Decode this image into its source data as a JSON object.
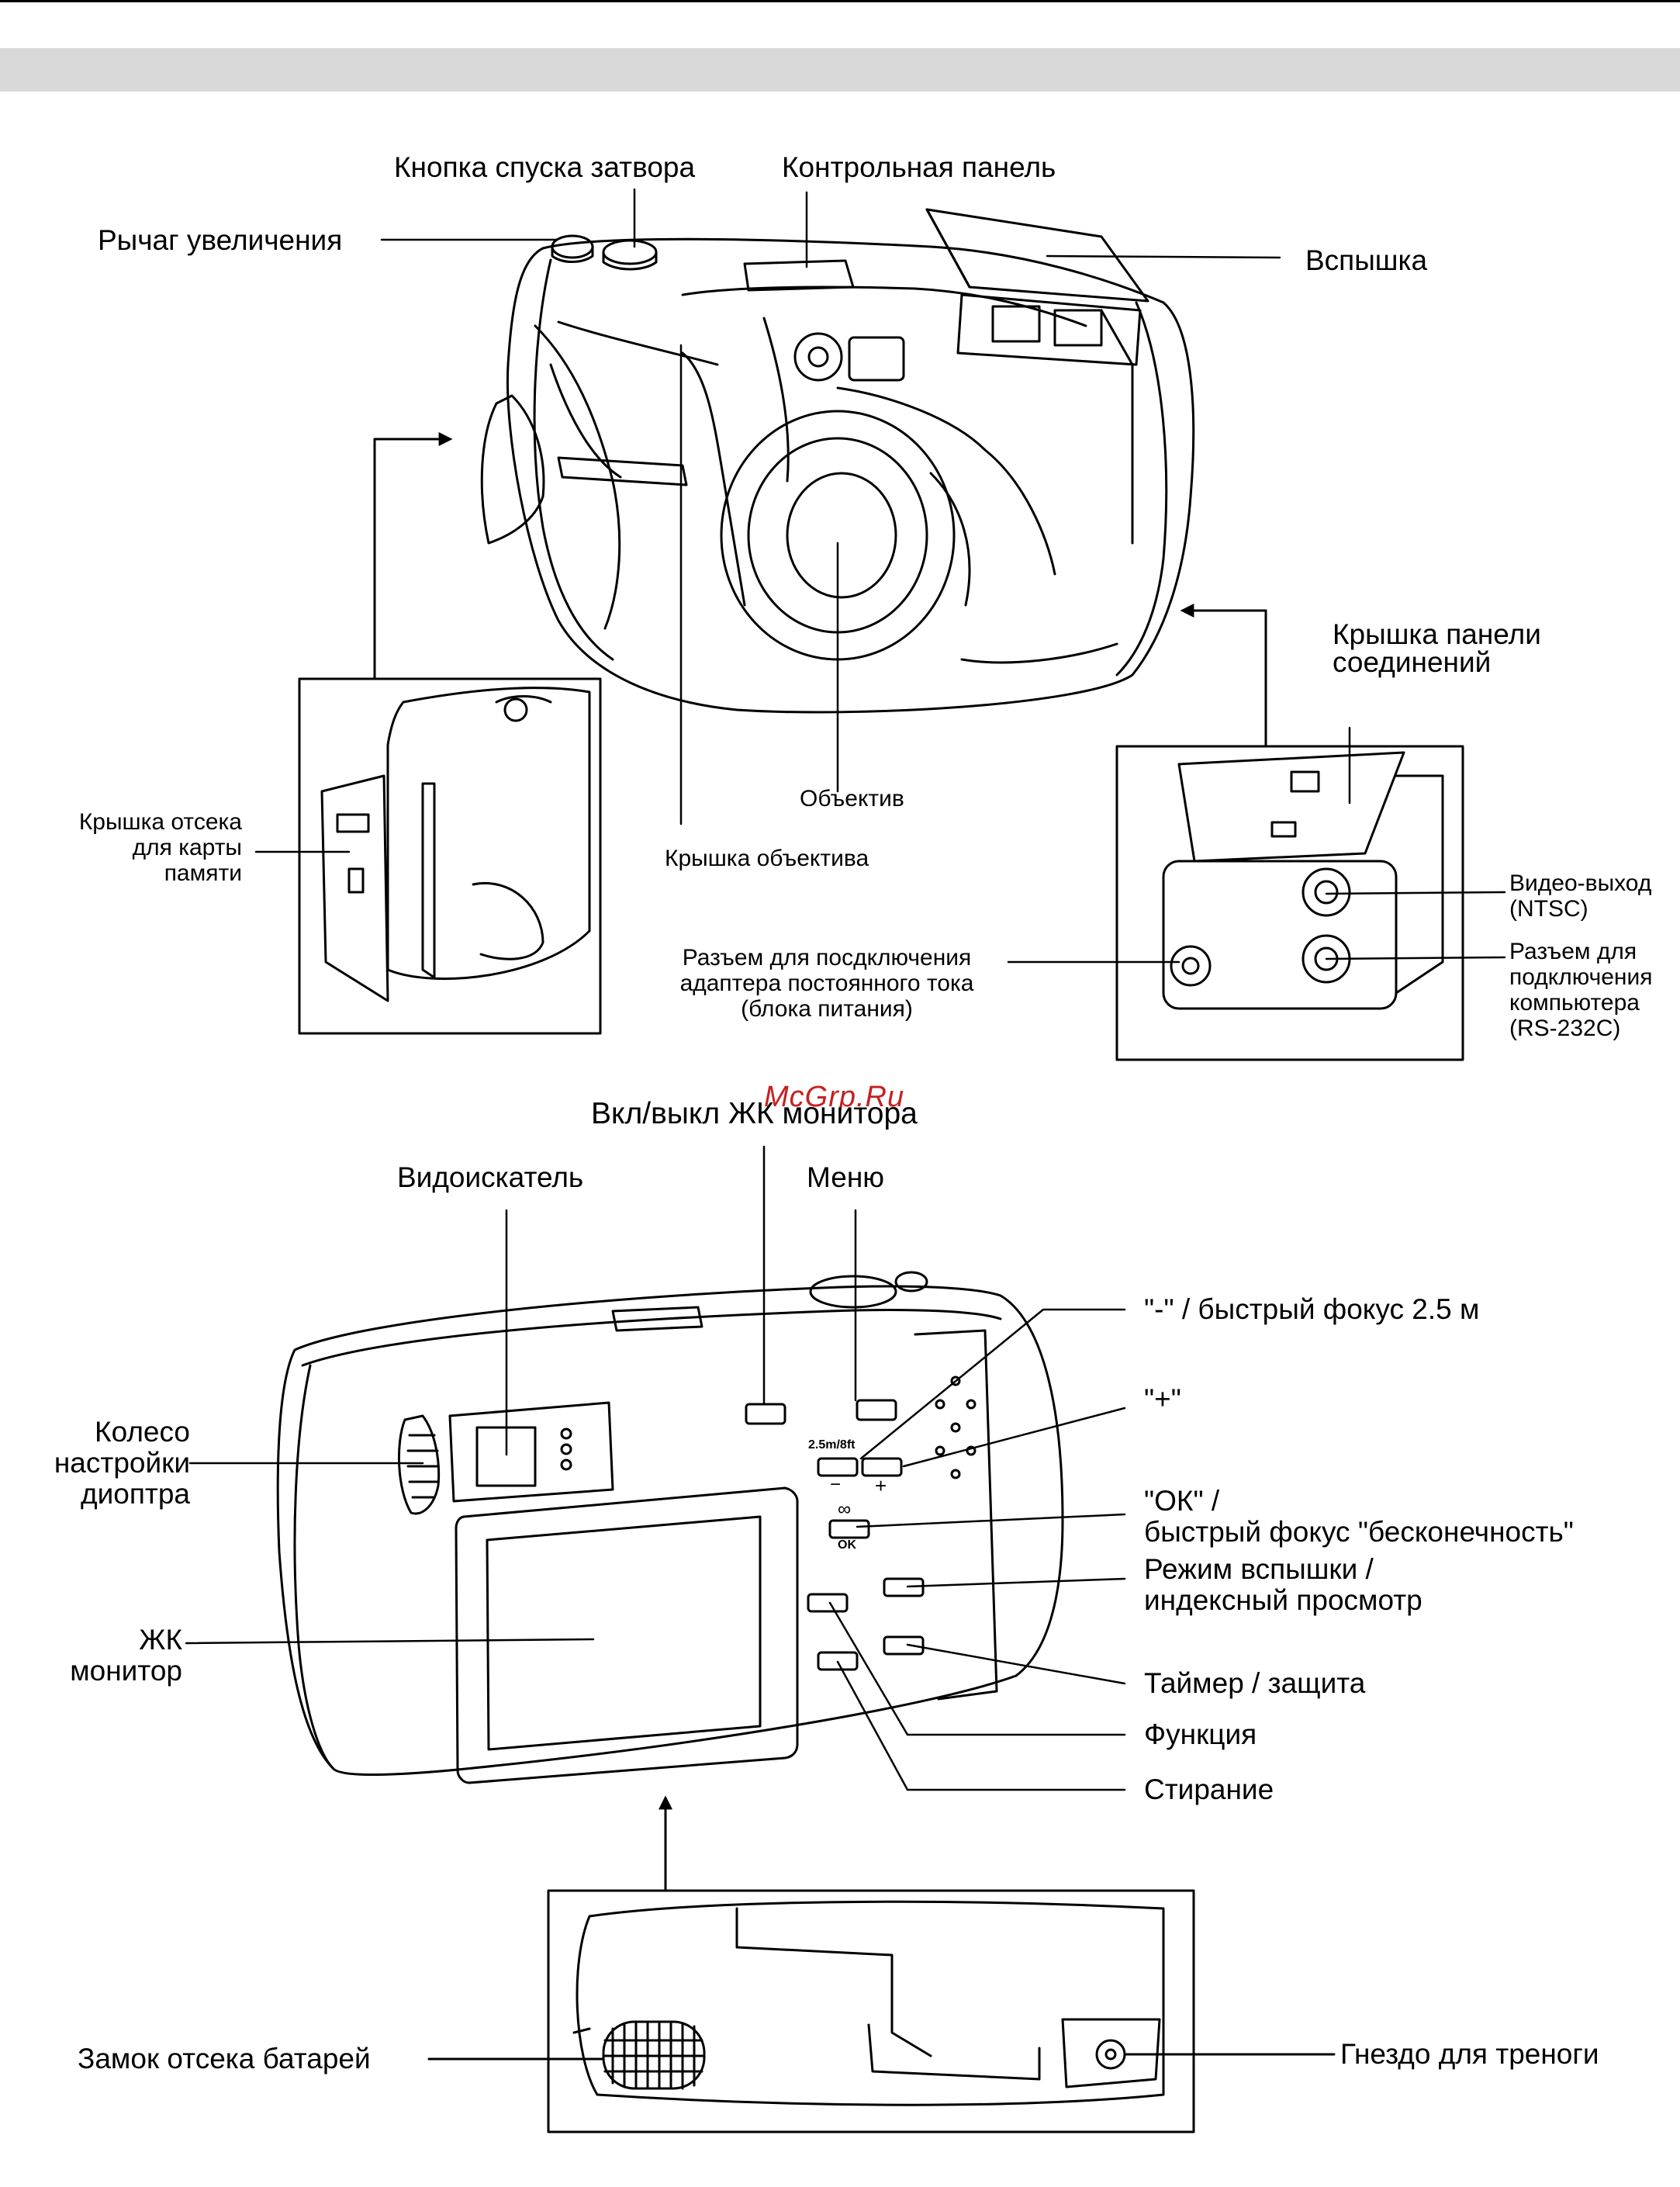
{
  "watermark": "McGrp.Ru",
  "front_labels": {
    "zoom_lever": "Рычаг увеличения",
    "shutter_button": "Кнопка спуска затвора",
    "control_panel": "Контрольная панель",
    "flash": "Вспышка",
    "card_cover": [
      "Крышка отсека",
      "для карты",
      "памяти"
    ],
    "lens_cover": "Крышка объектива",
    "lens": "Объектив",
    "connector_cover": [
      "Крышка панели",
      "соединений"
    ],
    "video_out": [
      "Видео-выход",
      "(NTSC)"
    ],
    "pc_port": [
      "Разъем для",
      "подключения",
      "компьютера",
      "(RS-232C)"
    ],
    "dc_in": [
      "Разъем для посдключения",
      "адаптера постоянного тока",
      "(блока питания)"
    ]
  },
  "back_labels": {
    "lcd_toggle": "Вкл/выкл ЖК монитора",
    "viewfinder": "Видоискатель",
    "menu": "Меню",
    "minus_focus": "\"-\" / быстрый фокус 2.5 м",
    "plus": "\"+\"",
    "ok_focus": [
      "\"ОК\" /",
      "быстрый фокус \"бесконечность\""
    ],
    "flash_index": [
      "Режим вспышки /",
      "индексный просмотр"
    ],
    "timer_protect": "Таймер / защита",
    "function": "Функция",
    "erase": "Стирание",
    "diopter": [
      "Колесо",
      "настройки",
      "диоптра"
    ],
    "lcd_monitor": [
      "ЖК",
      "монитор"
    ],
    "battery_lock": "Замок отсека батарей",
    "tripod": "Гнездо для треноги"
  },
  "button_marks": {
    "minus": "−",
    "plus": "+",
    "infinity": "∞",
    "ok": "OK",
    "focus_25": "2.5m/8ft"
  }
}
